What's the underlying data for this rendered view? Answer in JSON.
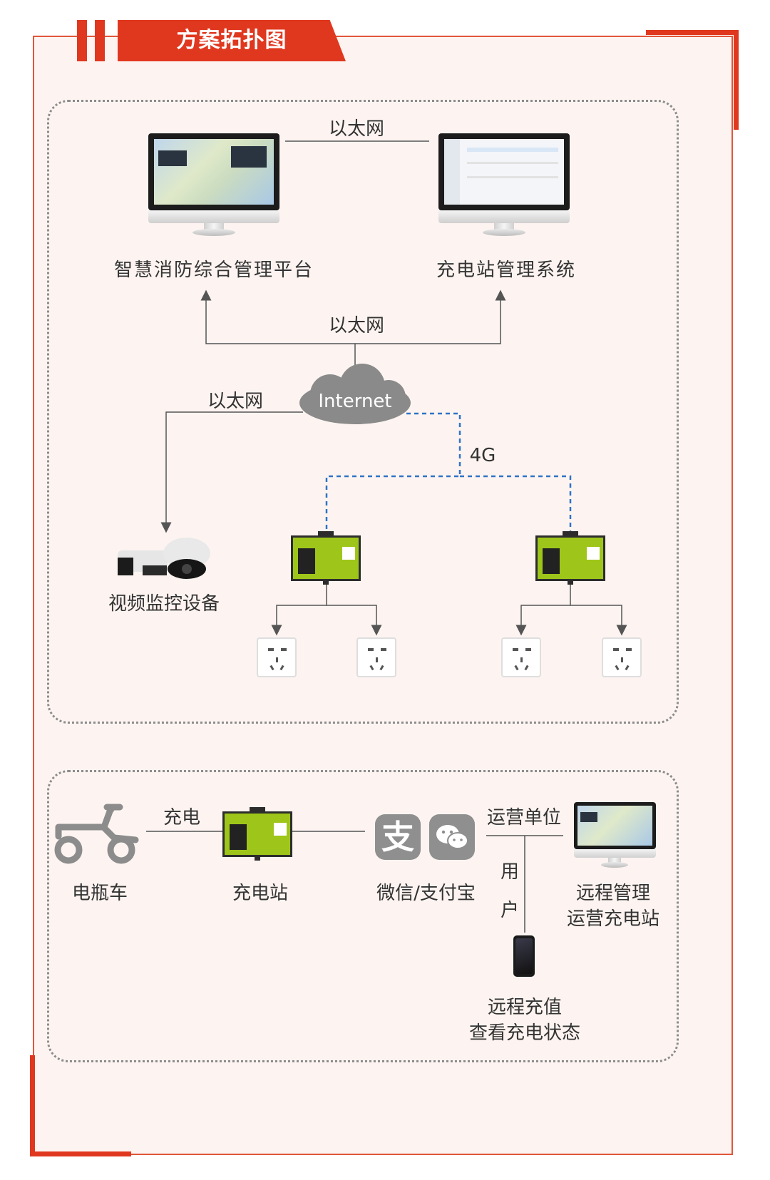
{
  "title": "方案拓扑图",
  "top_diagram": {
    "ethernet_top": "以太网",
    "platform_label": "智慧消防综合管理平台",
    "station_system_label": "充电站管理系统",
    "ethernet_mid": "以太网",
    "internet_label": "Internet",
    "ethernet_left": "以太网",
    "fourg_label": "4G",
    "camera_label": "视频监控设备"
  },
  "bottom_diagram": {
    "scooter_label": "电瓶车",
    "charge_label": "充电",
    "station_label": "充电站",
    "payment_label": "微信/支付宝",
    "alipay_glyph": "支",
    "operator_label": "运营单位",
    "user_char_1": "用",
    "user_char_2": "户",
    "remote_mgmt_line1": "远程管理",
    "remote_mgmt_line2": "运营充电站",
    "remote_charge_line1": "远程充值",
    "remote_charge_line2": "查看充电状态"
  },
  "colors": {
    "accent": "#e0381f",
    "background": "#fdf4f1",
    "charger_green": "#9ec61a",
    "link_4g": "#2f73c7",
    "cloud": "#8a8a8a"
  }
}
